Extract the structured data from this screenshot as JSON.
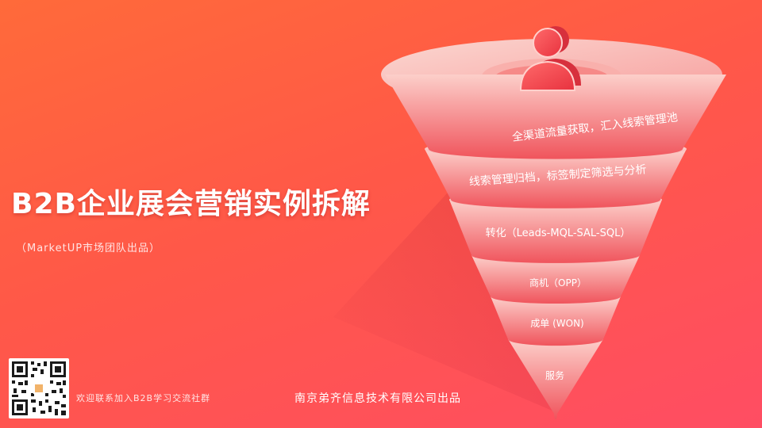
{
  "slide": {
    "title": "B2B企业展会营销实例拆解",
    "subtitle": "（MarketUP市场团队出品）",
    "qr_caption": "欢迎联系加入B2B学习交流社群",
    "publisher": "南京弟齐信息技术有限公司出品"
  },
  "funnel": {
    "top_icon": "user-icon",
    "stages": [
      {
        "label": "全渠道流量获取，汇入线索管理池"
      },
      {
        "label": "线索管理归档，标签制定筛选与分析"
      },
      {
        "label": "转化（Leads-MQL-SAL-SQL）"
      },
      {
        "label": "商机（OPP）"
      },
      {
        "label": "成单 (WON)"
      },
      {
        "label": "服务"
      }
    ]
  },
  "colors": {
    "background_top": "#ff6a3a",
    "background_bottom": "#ff4d63",
    "funnel_light": "#fbc8c3",
    "funnel_deep": "#f24856",
    "text": "#ffffff"
  }
}
